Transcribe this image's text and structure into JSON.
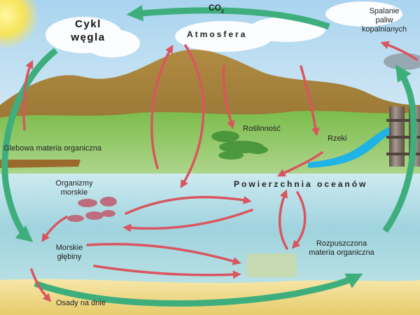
{
  "title": {
    "line1": "Cykl",
    "line2": "węgla"
  },
  "co2": {
    "base": "CO",
    "sub": "2"
  },
  "labels": {
    "atmosphere": "Atmosfera",
    "fossil_fuel_burning": [
      "Spalanie",
      "paliw",
      "kopalnianych"
    ],
    "plants": "Roślinność",
    "rivers": "Rzeki",
    "soil_organic_matter": "Glebowa materia organiczna",
    "ocean_surface": "Powierzchnia oceanów",
    "marine_organisms": [
      "Organizmy",
      "morskie"
    ],
    "deep_sea": [
      "Morskie",
      "głębiny"
    ],
    "dissolved_organic_matter": [
      "Rozpuszczona",
      "materia organiczna"
    ],
    "sediments": "Osady na dnie"
  },
  "colors": {
    "sky": "#cfe6f3",
    "hills": "#a17f3c",
    "grass": "#6fb244",
    "ocean": "#a8d8e2",
    "sand": "#efd98b",
    "green_arrow": "#3fae7d",
    "red_arrow": "#d9555f",
    "river": "#1fb3e6"
  }
}
